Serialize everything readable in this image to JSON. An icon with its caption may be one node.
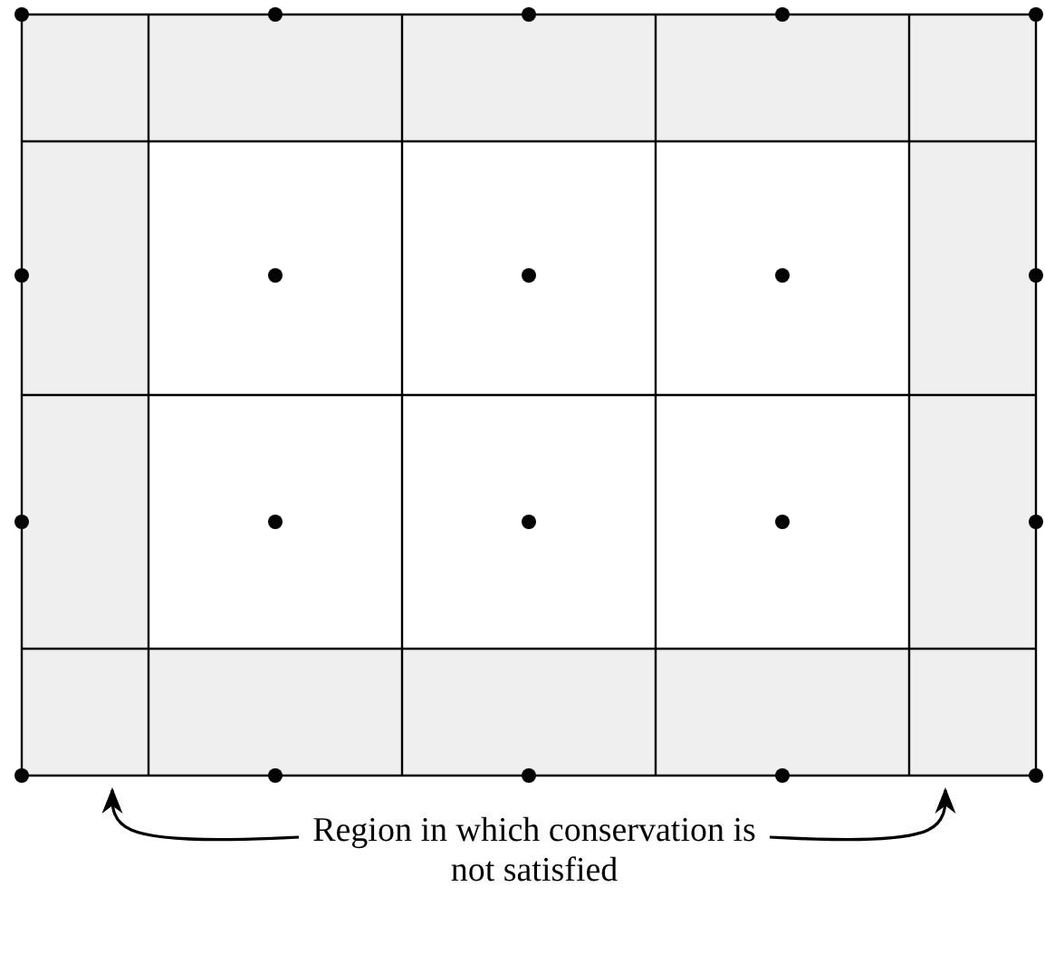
{
  "diagram": {
    "nodes": [
      {
        "text": [
          "Region in which conservation is not satisfied"
        ]
      },
      {
        "text": [],
        "shape": "box"
      },
      {
        "text": [],
        "shape": "box"
      }
    ],
    "edges": [
      {
        "from": 0,
        "to": 1,
        "arrow": "to"
      },
      {
        "from": 0,
        "to": 2,
        "arrow": "to"
      }
    ]
  }
}
